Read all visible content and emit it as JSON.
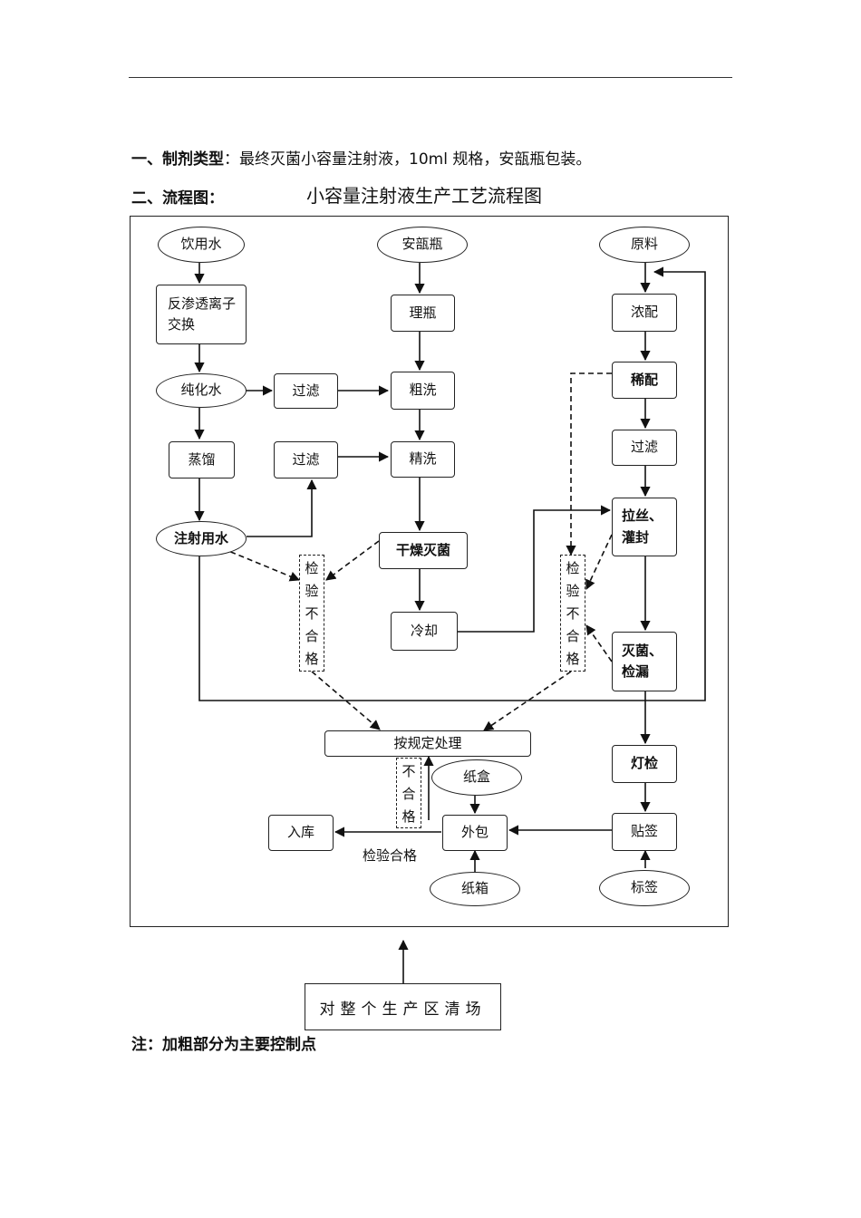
{
  "header": {
    "section1_label": "一、制剂类型",
    "section1_colon": "：",
    "section1_text": "最终灭菌小容量注射液，10ml 规格，安瓿瓶包装。",
    "section2_label": "二、流程图：",
    "flow_title": "小容量注射液生产工艺流程图"
  },
  "nodes": {
    "potable_water": "饮用水",
    "ro_ion_exchange": "反渗透离子交换",
    "purified_water": "纯化水",
    "filter_1": "过滤",
    "distill": "蒸馏",
    "filter_2": "过滤",
    "wfi": "注射用水",
    "ampoule": "安瓿瓶",
    "sort_bottles": "理瓶",
    "rough_wash": "粗洗",
    "fine_wash": "精洗",
    "dry_sterilize": "干燥灭菌",
    "cool": "冷却",
    "raw_material": "原料",
    "conc_mix": "浓配",
    "dilute_mix": "稀配",
    "filter_3": "过滤",
    "draw_fill": "拉丝、灌封",
    "sterilize_leak": "灭菌、检漏",
    "light_check": "灯检",
    "labeling": "贴签",
    "label": "标签",
    "outer_pack": "外包",
    "carton": "纸盒",
    "box": "纸箱",
    "warehouse": "入库",
    "handle": "按规定处理"
  },
  "reject_boxes": {
    "left": [
      "检",
      "验",
      "不",
      "合",
      "格"
    ],
    "right": [
      "检",
      "验",
      "不",
      "合",
      "格"
    ],
    "bottom": [
      "不",
      "合",
      "格"
    ]
  },
  "edge_labels": {
    "pass_inspection": "检验合格"
  },
  "footer": {
    "cleanup": "对整个生产区清场",
    "note": "注：加粗部分为主要控制点"
  }
}
